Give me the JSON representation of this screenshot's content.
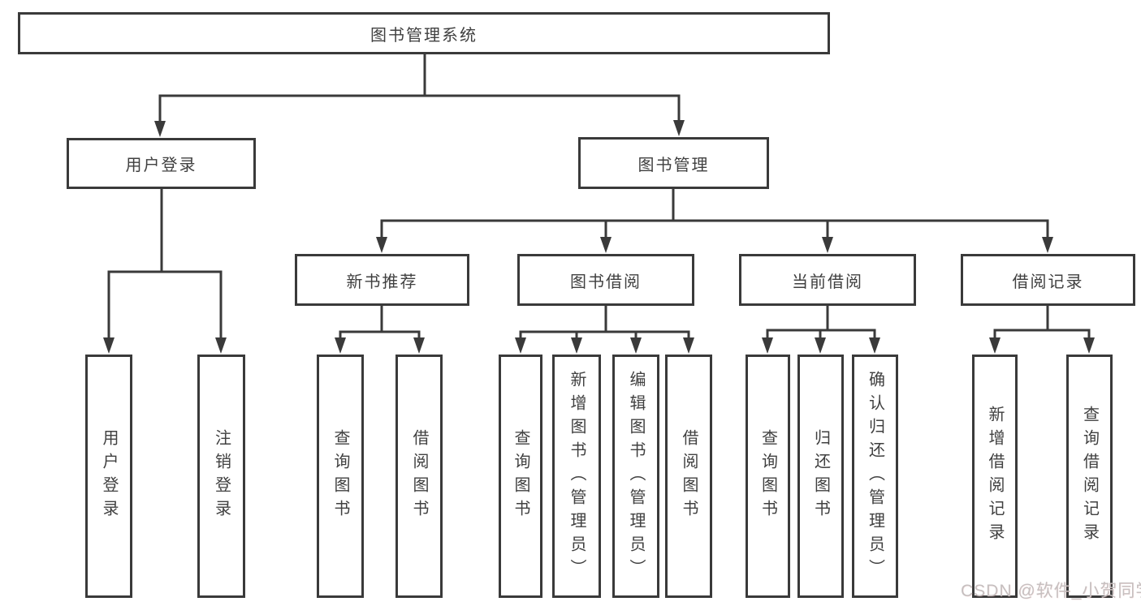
{
  "watermark": "CSDN @软件_小贺同学",
  "colors": {
    "line": "#3a3a3a",
    "text": "#404040",
    "watermark": "#c6c0c0"
  },
  "tree": {
    "label": "图书管理系统",
    "children": [
      {
        "label": "用户登录",
        "children": [
          {
            "label": "用户登录"
          },
          {
            "label": "注销登录"
          }
        ]
      },
      {
        "label": "图书管理",
        "children": [
          {
            "label": "新书推荐",
            "children": [
              {
                "label": "查询图书"
              },
              {
                "label": "借阅图书"
              }
            ]
          },
          {
            "label": "图书借阅",
            "children": [
              {
                "label": "查询图书"
              },
              {
                "label": "新增图书（管理员）"
              },
              {
                "label": "编辑图书（管理员）"
              },
              {
                "label": "借阅图书"
              }
            ]
          },
          {
            "label": "当前借阅",
            "children": [
              {
                "label": "查询图书"
              },
              {
                "label": "归还图书"
              },
              {
                "label": "确认归还（管理员）"
              }
            ]
          },
          {
            "label": "借阅记录",
            "children": [
              {
                "label": "新增借阅记录"
              },
              {
                "label": "查询借阅记录"
              }
            ]
          }
        ]
      }
    ]
  }
}
